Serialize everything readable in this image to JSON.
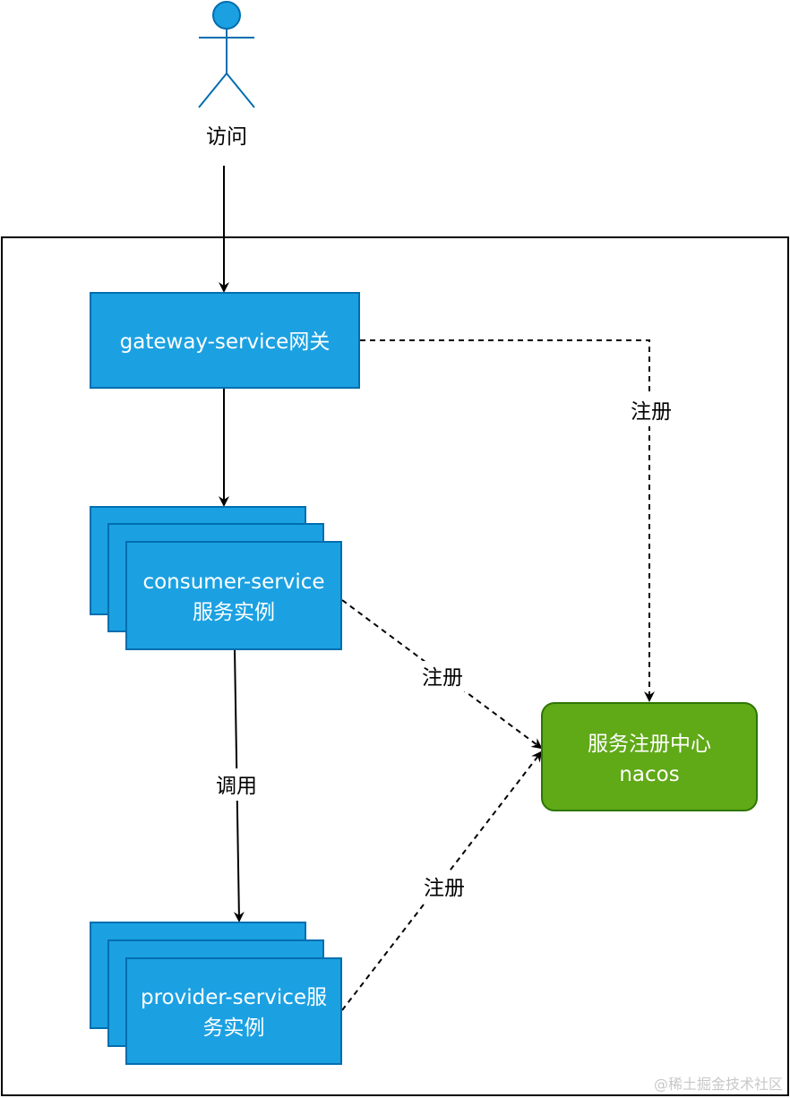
{
  "actor": {
    "label": "访问",
    "icon": "user-stick-figure-icon",
    "color": "#1ba1e2"
  },
  "nodes": {
    "gateway": {
      "label": "gateway-service网关"
    },
    "consumer": {
      "line1": "consumer-service",
      "line2": "服务实例"
    },
    "provider": {
      "line1": "provider-service服",
      "line2": "务实例"
    },
    "registry": {
      "line1": "服务注册中心",
      "line2": "nacos"
    }
  },
  "edges": {
    "gateway_register": "注册",
    "consumer_register": "注册",
    "provider_register": "注册",
    "consumer_calls_provider": "调用"
  },
  "colors": {
    "service_fill": "#1ba1e2",
    "service_stroke": "#006eaf",
    "registry_fill": "#60a917",
    "registry_stroke": "#2d7600",
    "line": "#000000"
  },
  "watermark": "@稀土掘金技术社区"
}
